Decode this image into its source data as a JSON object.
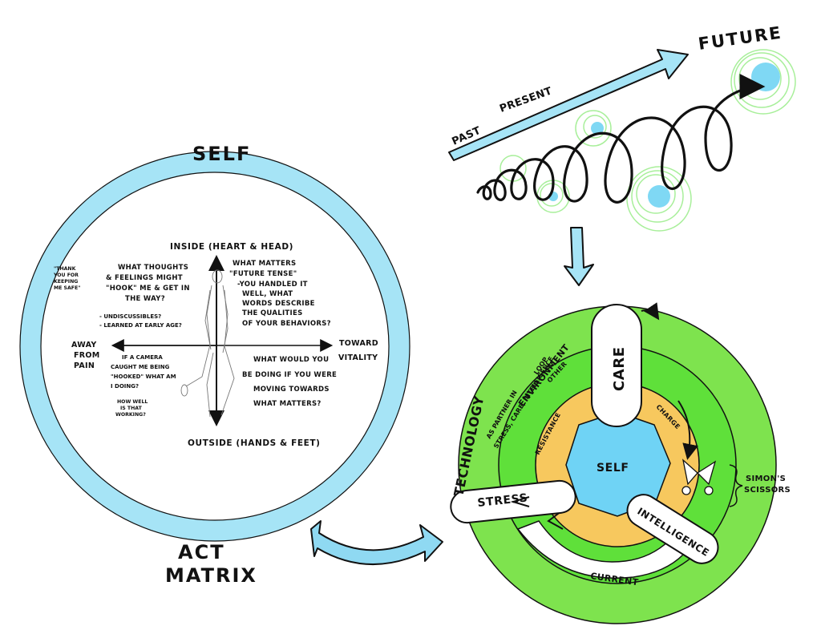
{
  "act_matrix": {
    "circle_title": "SELF",
    "bottom_label_line1": "ACT",
    "bottom_label_line2": "MATRIX",
    "axis_top": "INSIDE (HEART & HEAD)",
    "axis_bottom": "OUTSIDE (HANDS & FEET)",
    "axis_left": [
      "AWAY",
      "FROM",
      "PAIN"
    ],
    "axis_right": [
      "TOWARD",
      "VITALITY"
    ],
    "quote": [
      "\"THANK",
      "YOU FOR",
      "KEEPING",
      "ME SAFE\""
    ],
    "q_upper_left": [
      "WHAT THOUGHTS",
      "& FEELINGS MIGHT",
      "\"HOOK\" ME & GET IN",
      "THE WAY?"
    ],
    "q_upper_left_notes": [
      "- UNDISCUSSIBLES?",
      "- LEARNED AT EARLY AGE?"
    ],
    "q_upper_right": [
      "WHAT MATTERS",
      "\"FUTURE TENSE\"",
      "-YOU HANDLED IT",
      "WELL, WHAT",
      "WORDS DESCRIBE",
      "THE QUALITIES",
      "OF YOUR BEHAVIORS?"
    ],
    "q_lower_left": [
      "IF A CAMERA",
      "CAUGHT ME BEING",
      "\"HOOKED\" WHAT AM",
      "I DOING?"
    ],
    "q_lower_left_note": [
      "HOW WELL",
      "IS THAT",
      "WORKING?"
    ],
    "q_lower_right": [
      "WHAT WOULD YOU",
      "BE DOING IF YOU WERE",
      "MOVING TOWARDS",
      "WHAT MATTERS?"
    ]
  },
  "timeline": {
    "past": "PAST",
    "present": "PRESENT",
    "future": "FUTURE"
  },
  "model": {
    "self": "SELF",
    "care": "CARE",
    "stress": "STRESS",
    "intelligence": "INTELLIGENCE",
    "resistance": "RESISTANCE",
    "charge": "CHARGE",
    "current": "CURRENT",
    "environment": "ENVIRONMENT",
    "other": "OTHER",
    "technology": "TECHNOLOGY",
    "technology_sub": [
      "AS PARTNER IN",
      "STRESS, CARE, INTELLIGENCE",
      "LOOP"
    ],
    "simons_scissors": [
      "SIMON'S",
      "SCISSORS"
    ]
  },
  "colors": {
    "light_blue": "#a6e4f6",
    "bright_blue": "#6fd3f5",
    "green": "#7ee34e",
    "bright_green": "#5fe03a",
    "orange": "#f7c85e",
    "light_green_scribble": "#a8ef9a"
  }
}
